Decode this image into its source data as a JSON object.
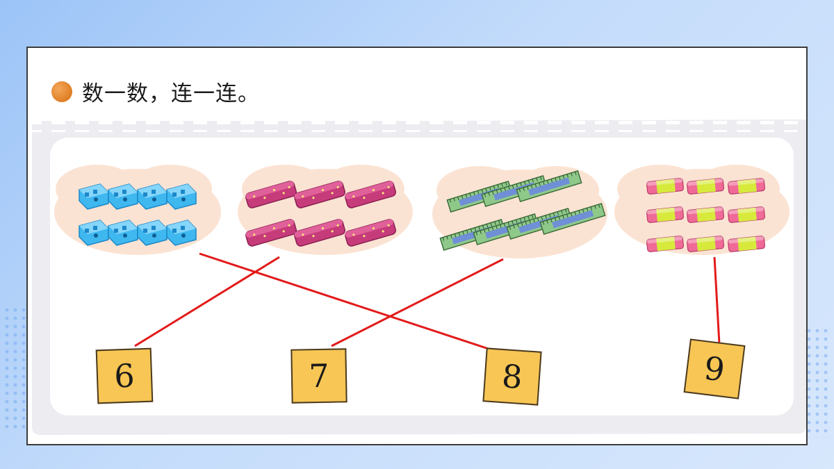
{
  "title": "数一数，连一连。",
  "colors": {
    "line": "#e31a1a",
    "box_fill": "#f7c654",
    "cloud": "#fbe3d3",
    "bullet": "#e5862e"
  },
  "groups": [
    {
      "item": "pencil-sharpener",
      "count": 8,
      "connects_to": "8"
    },
    {
      "item": "pencil-case",
      "count": 6,
      "connects_to": "6"
    },
    {
      "item": "ruler",
      "count": 7,
      "connects_to": "7"
    },
    {
      "item": "eraser",
      "count": 9,
      "connects_to": "9"
    }
  ],
  "numbers": [
    "6",
    "7",
    "8",
    "9"
  ]
}
